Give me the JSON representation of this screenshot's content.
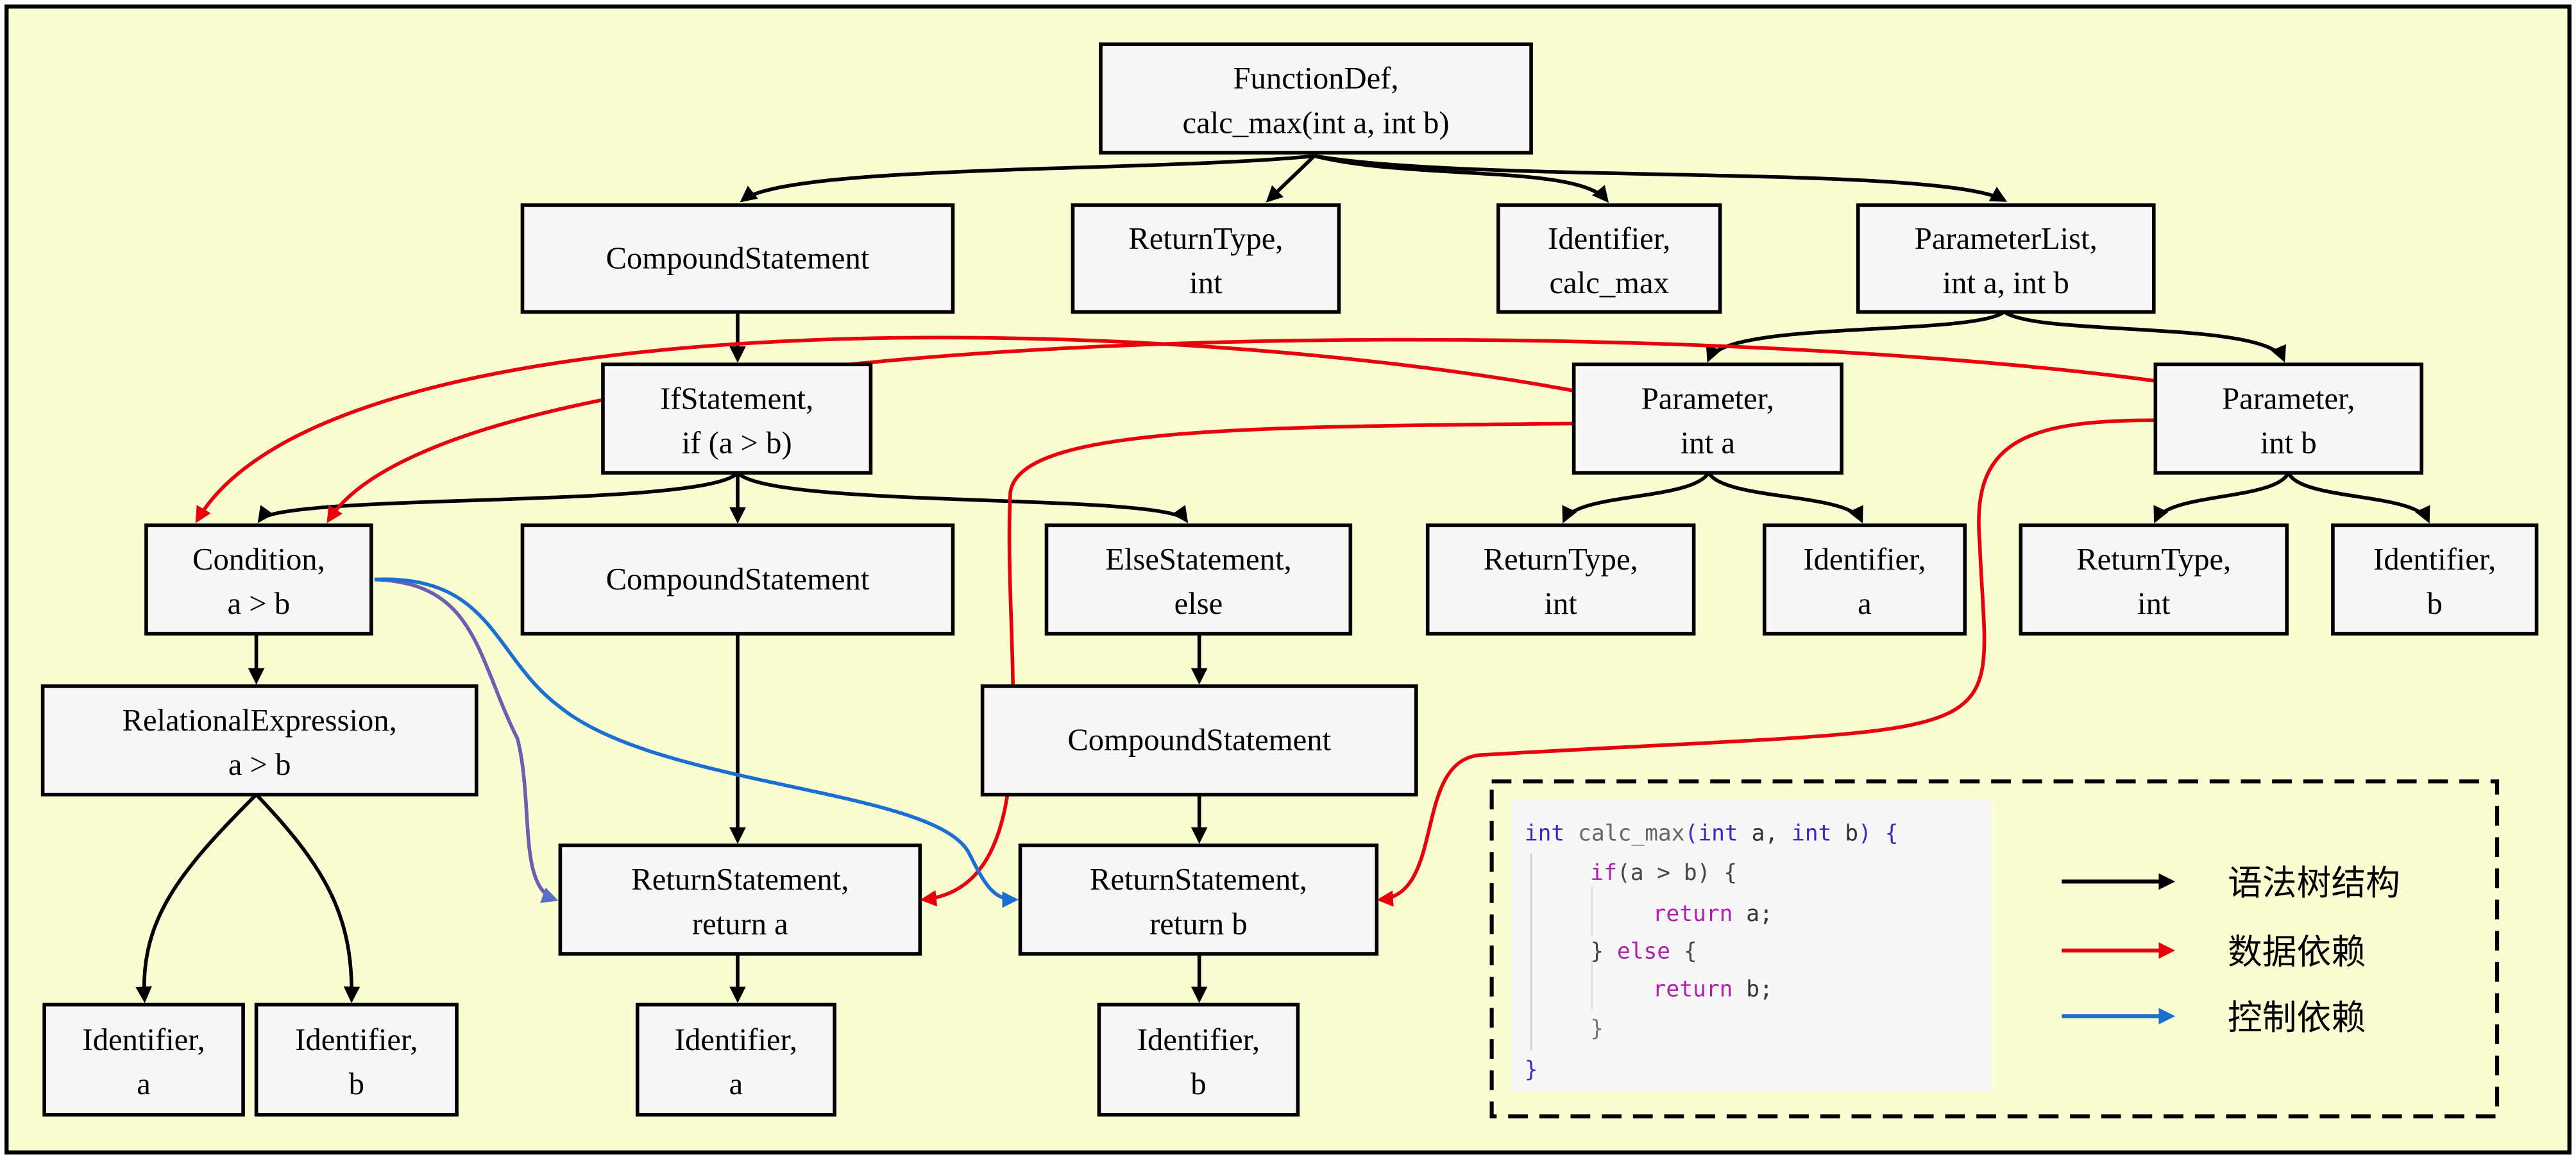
{
  "colors": {
    "background": "#fafdd2",
    "node_fill": "#f7f7f7",
    "syntax_edge": "#000000",
    "data_edge": "#e8000b",
    "control_edge": "#1a6fd1"
  },
  "nodes": {
    "function_def": [
      "FunctionDef,",
      "calc_max(int a, int b)"
    ],
    "compound_1": [
      "CompoundStatement"
    ],
    "return_type_1": [
      "ReturnType,",
      "int"
    ],
    "identifier_1": [
      "Identifier,",
      "calc_max"
    ],
    "parameter_list": [
      "ParameterList,",
      "int a, int b"
    ],
    "if_statement": [
      "IfStatement,",
      "if (a > b)"
    ],
    "parameter_a": [
      "Parameter,",
      "int a"
    ],
    "parameter_b": [
      "Parameter,",
      "int b"
    ],
    "condition": [
      "Condition,",
      "a > b"
    ],
    "compound_2": [
      "CompoundStatement"
    ],
    "else_statement": [
      "ElseStatement,",
      "else"
    ],
    "return_type_a": [
      "ReturnType,",
      "int"
    ],
    "identifier_a_param": [
      "Identifier,",
      "a"
    ],
    "return_type_b": [
      "ReturnType,",
      "int"
    ],
    "identifier_b_param": [
      "Identifier,",
      "b"
    ],
    "relational": [
      "RelationalExpression,",
      "a > b"
    ],
    "compound_3": [
      "CompoundStatement"
    ],
    "return_a": [
      "ReturnStatement,",
      "return a"
    ],
    "return_b": [
      "ReturnStatement,",
      "return b"
    ],
    "rel_id_a": [
      "Identifier,",
      "a"
    ],
    "rel_id_b": [
      "Identifier,",
      "b"
    ],
    "ret_id_a": [
      "Identifier,",
      "a"
    ],
    "ret_id_b": [
      "Identifier,",
      "b"
    ]
  },
  "code": {
    "line1": {
      "kw1": "int",
      "fn": "calc_max",
      "p1": "(",
      "kw2": "int",
      "a": " a, ",
      "kw3": "int",
      "b": " b",
      "p2": ")",
      "brace": " {"
    },
    "line2": {
      "kw": "if",
      "rest": "(a > b) {"
    },
    "line3": {
      "kw": "return",
      "rest": " a;"
    },
    "line4": {
      "open": "} ",
      "kw": "else",
      "rest": " {"
    },
    "line5": {
      "kw": "return",
      "rest": " b;"
    },
    "line6": "}",
    "line7": "}"
  },
  "legend": [
    {
      "label": "语法树结构",
      "color": "#000000"
    },
    {
      "label": "数据依赖",
      "color": "#e8000b"
    },
    {
      "label": "控制依赖",
      "color": "#1a6fd1"
    }
  ]
}
